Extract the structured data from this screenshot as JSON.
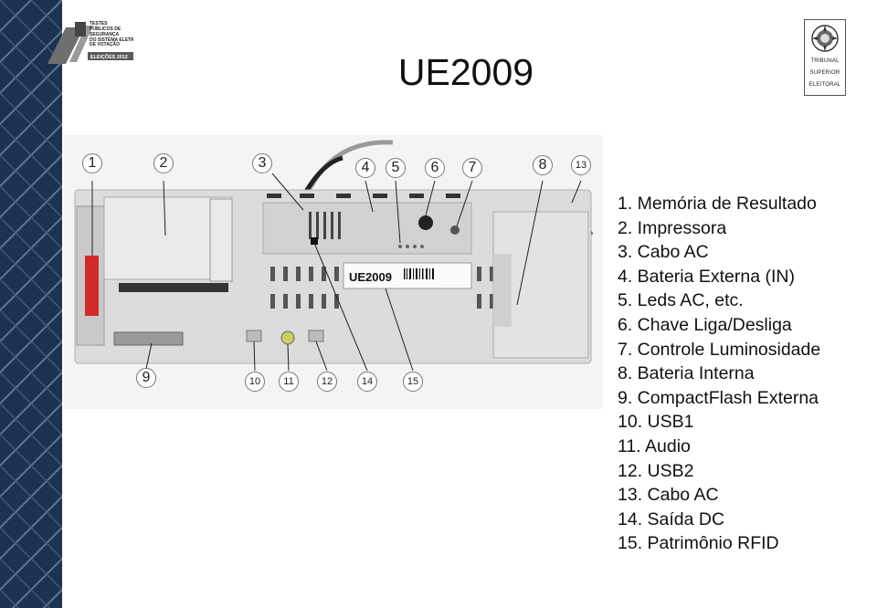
{
  "slide": {
    "title": "UE2009"
  },
  "logo_left": {
    "lines": [
      "TESTES",
      "PÚBLICOS DE",
      "SEGURANÇA",
      "DO SISTEMA ELETRÔNICO",
      "DE VOTAÇÃO"
    ],
    "band": "ELEIÇÕES 2012"
  },
  "logo_right": {
    "lines": [
      "TRIBUNAL",
      "SUPERIOR",
      "ELEITORAL"
    ]
  },
  "device": {
    "label": "UE2009"
  },
  "badges": [
    "1",
    "2",
    "3",
    "4",
    "5",
    "6",
    "7",
    "8",
    "13",
    "9",
    "10",
    "11",
    "12",
    "14",
    "15"
  ],
  "legend": [
    "1.   Memória de Resultado",
    "2.   Impressora",
    "3.   Cabo AC",
    "4.   Bateria Externa (IN)",
    "5.   Leds AC, etc.",
    "6.   Chave Liga/Desliga",
    "7.   Controle Luminosidade",
    "8.   Bateria Interna",
    "9.   CompactFlash Externa",
    "10. USB1",
    "11. Audio",
    "12. USB2",
    "13. Cabo AC",
    "14. Saída DC",
    "15. Patrimônio RFID"
  ],
  "colors": {
    "sidebar": "#1c3350",
    "device_body": "#dcdcdc",
    "memory_slot": "#d22a2a"
  }
}
